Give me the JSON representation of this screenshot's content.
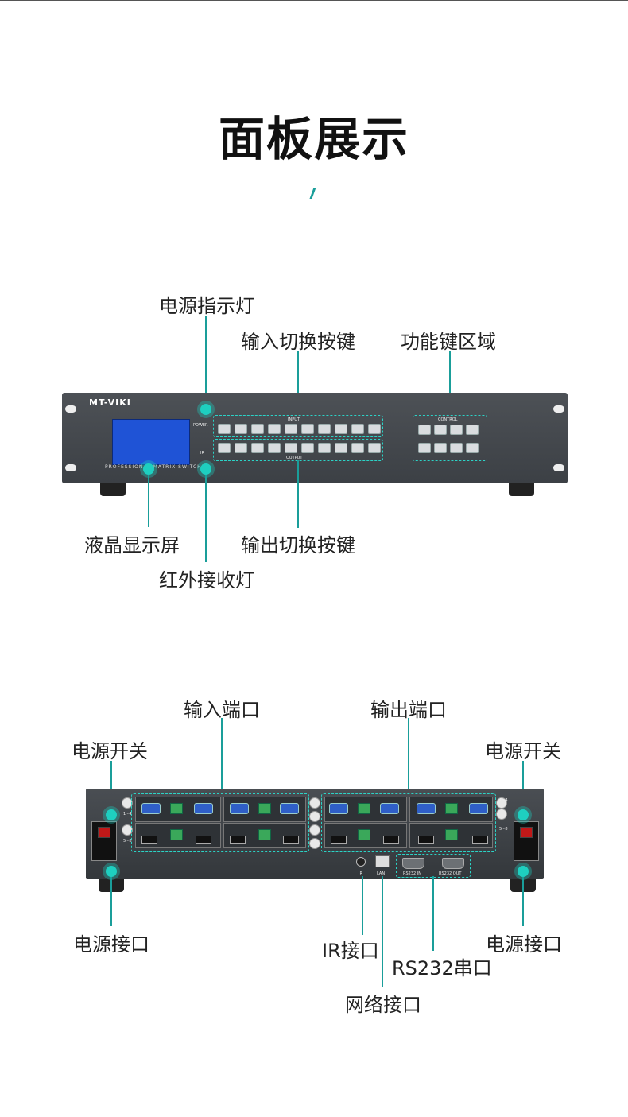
{
  "title": "面板展示",
  "front_labels": {
    "power_led": "电源指示灯",
    "input_buttons": "输入切换按键",
    "function_keys": "功能键区域",
    "lcd": "液晶显示屏",
    "output_buttons": "输出切换按键",
    "ir_led": "红外接收灯"
  },
  "front_panel": {
    "brand": "MT-VIKI",
    "subtitle": "PROFESSIONAL MATRIX SWITCHER",
    "power_text": "POWER",
    "ir_text": "IR",
    "input_group": "INPUT",
    "output_group": "OUTPUT",
    "control_group": "CONTROL"
  },
  "rear_labels": {
    "input_ports": "输入端口",
    "output_ports": "输出端口",
    "power_switch_left": "电源开关",
    "power_switch_right": "电源开关",
    "power_socket_left": "电源接口",
    "power_socket_right": "电源接口",
    "ir_port": "IR接口",
    "rs232": "RS232串口",
    "lan": "网络接口"
  },
  "rear_panel": {
    "ir": "IR",
    "lan": "LAN",
    "rs232_in": "RS232 IN",
    "rs232_out": "RS232 OUT",
    "row1": "1~4",
    "row2": "5~8"
  }
}
